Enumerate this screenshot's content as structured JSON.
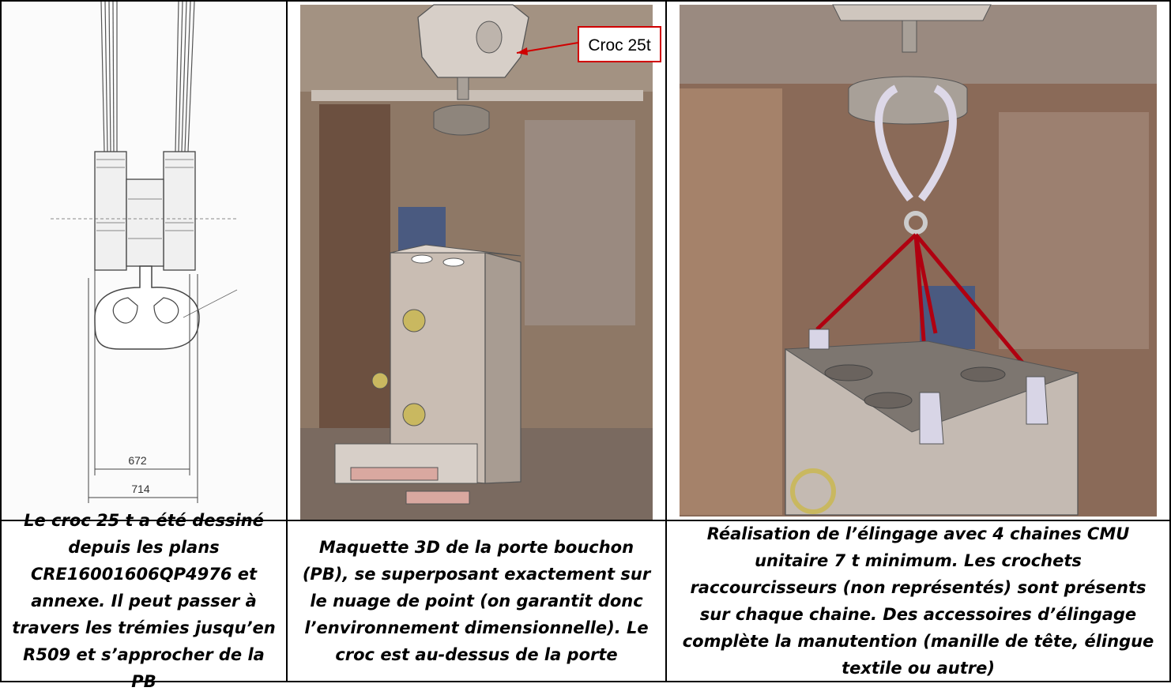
{
  "figures": [
    {
      "caption": "Le croc 25 t a été dessiné depuis les plans CRE16001606QP4976 et annexe. Il peut passer à travers les trémies jusqu’en R509 et s’approcher de la PB",
      "dimension_labels": [
        "672",
        "714"
      ]
    },
    {
      "caption": "Maquette 3D de la porte bouchon (PB), se superposant exactement sur le nuage de point (on garantit donc l’environnement dimensionnelle). Le croc est au-dessus de la porte",
      "callout": "Croc 25t"
    },
    {
      "caption": "Réalisation de l’élingage avec 4 chaines CMU unitaire 7 t minimum. Les crochets raccourcisseurs (non représentés) sont présents sur chaque chaine. Des accessoires d’élingage complète la manutention (manille de tête, élingue textile ou autre)"
    }
  ],
  "colors": {
    "border": "#000000",
    "callout_red": "#d00000",
    "chain_red": "#b00010",
    "model_grey": "#b8b0aa",
    "pointcloud_brown": "#8a6048"
  }
}
